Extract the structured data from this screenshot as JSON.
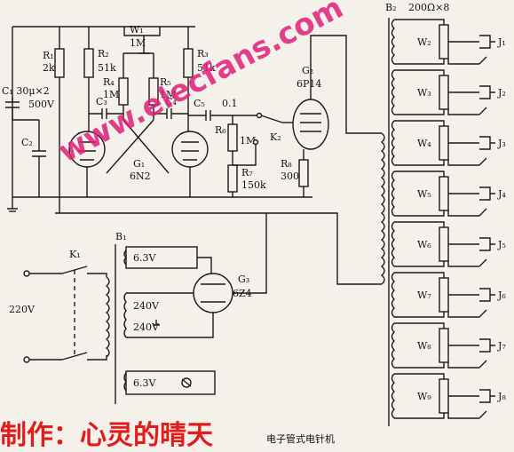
{
  "components": {
    "c1": "C₁ 30μ×2",
    "c1v": "500V",
    "c2": "C₂",
    "r1": "R₁",
    "r1v": "2k",
    "r2": "R₂",
    "r2v": "51k",
    "r3": "R₃",
    "r3v": "51k",
    "r4": "R₄",
    "r4v": "1M",
    "r5": "R₅",
    "r5v": "1M",
    "w1": "W₁",
    "w1v": "1M",
    "c3": "C₃",
    "c4": "C₄",
    "c5": "C₅",
    "c5v": "0.1",
    "r6": "R₆",
    "r6v": "1M",
    "r7": "R₇",
    "r7v": "150k",
    "r8": "R₈",
    "r8v": "300",
    "k2": "K₂",
    "g1": "G₁",
    "g1v": "6N2",
    "g2": "G₂",
    "g2v": "6P14",
    "g3": "G₃",
    "g3v": "6Z4",
    "k1": "K₁",
    "mains": "220V",
    "b1": "B₁",
    "b2": "B₂",
    "b2spec": "200Ω×8",
    "sec1": "6.3V",
    "sec2": "240V",
    "sec3": "240V",
    "sec4": "6.3V"
  },
  "outputs": [
    {
      "pot": "W₂",
      "jack": "J₁"
    },
    {
      "pot": "W₃",
      "jack": "J₂"
    },
    {
      "pot": "W₄",
      "jack": "J₃"
    },
    {
      "pot": "W₅",
      "jack": "J₄"
    },
    {
      "pot": "W₆",
      "jack": "J₅"
    },
    {
      "pot": "W₇",
      "jack": "J₆"
    },
    {
      "pot": "W₈",
      "jack": "J₇"
    },
    {
      "pot": "W₉",
      "jack": "J₈"
    }
  ],
  "watermark": "www.elecfans.com",
  "credit": "制作：心灵的晴天",
  "caption": "电子管式电针机"
}
